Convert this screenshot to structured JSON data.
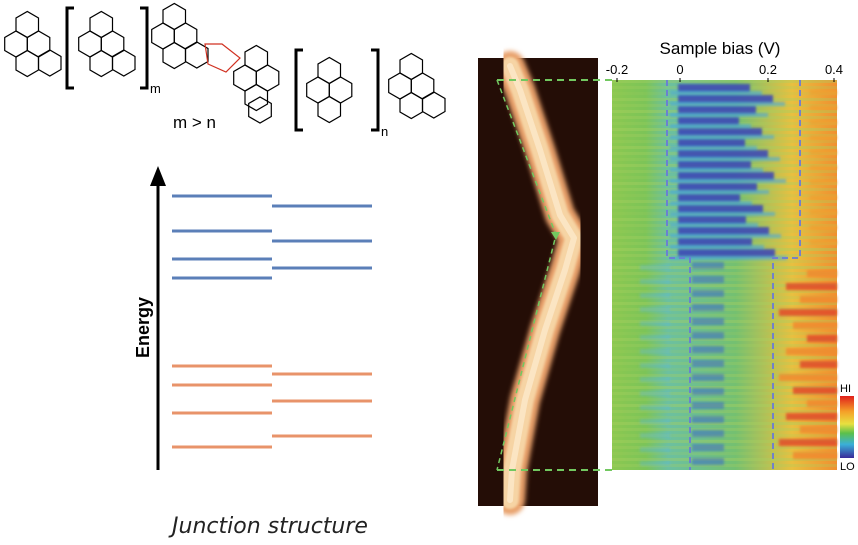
{
  "molecule": {
    "m_label": "m",
    "n_label": "n",
    "relation": "m > n"
  },
  "energy_diagram": {
    "axis_label": "Energy",
    "caption": "Junction structure",
    "level_colors": {
      "upper": "#5b7fb8",
      "lower": "#e8936a"
    }
  },
  "stm_map": {
    "xlabel": "Sample bias (V)",
    "ticks": [
      "-0.2",
      "0",
      "0.2",
      "0.4"
    ],
    "colorbar": {
      "hi_label": "HI",
      "lo_label": "LO"
    }
  }
}
